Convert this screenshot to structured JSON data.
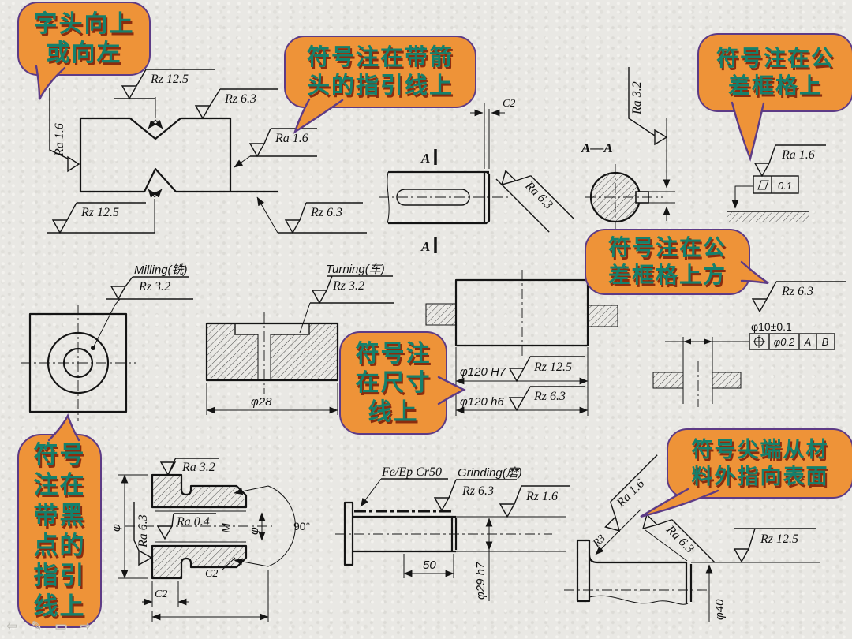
{
  "style": {
    "background": "#e9e8e4",
    "callout_fill": "#ee9338",
    "callout_border": "#5d3b86",
    "callout_text": "#15806c",
    "callout_text_shadow": "#8b2c0e",
    "line_color": "#141414"
  },
  "callouts": [
    {
      "lines": [
        "字头向上",
        "或向左"
      ]
    },
    {
      "lines": [
        "符号注在带箭",
        "头的指引线上"
      ]
    },
    {
      "lines": [
        "符号注在公",
        "差框格上"
      ]
    },
    {
      "lines": [
        "符号注在公",
        "差框格上方"
      ]
    },
    {
      "lines": [
        "符号注",
        "在尺寸",
        "线上"
      ]
    },
    {
      "lines": [
        "符号",
        "注在",
        "带黑",
        "点的",
        "指引",
        "线上"
      ]
    },
    {
      "lines": [
        "符号尖端从材",
        "料外指向表面"
      ]
    }
  ],
  "drawings": {
    "bowtie": {
      "ra16_left": "Ra 1.6",
      "rz125_top": "Rz 12.5",
      "rz63_top": "Rz 6.3",
      "ra16_right": "Ra 1.6",
      "rz125_bottom": "Rz 12.5",
      "rz63_bottom": "Rz 6.3"
    },
    "keyway_shaft": {
      "chamfer": "C2",
      "section_label_top": "A",
      "section_label_bottom": "A",
      "ra63": "Ra 6.3"
    },
    "section_view": {
      "title": "A—A",
      "ra32": "Ra 3.2"
    },
    "flatness_demo": {
      "ra16": "Ra 1.6",
      "tolerance": "0.1",
      "frame_symbol": "flatness-parallelogram-icon"
    },
    "milled_plate": {
      "process": "Milling(铣)",
      "roughness": "Rz 3.2"
    },
    "turned_part": {
      "process": "Turning(车)",
      "roughness": "Rz 3.2",
      "diameter": "φ28"
    },
    "fit_assembly": {
      "hole_dim": "φ120 H7",
      "hole_roughness": "Rz 12.5",
      "shaft_dim": "φ120 h6",
      "shaft_roughness": "Rz 6.3"
    },
    "position_demo": {
      "roughness": "Rz 6.3",
      "diameter": "φ10±0.1",
      "frame_symbol": "position-target-icon",
      "tolerance": "φ0.2",
      "datum_a": "A",
      "datum_b": "B"
    },
    "bushing": {
      "ra32": "Ra 3.2",
      "dia_outer": "φ",
      "ra63": "Ra 6.3",
      "ra04": "Ra 0.4",
      "thread": "M",
      "dia_inner": "φ",
      "angle": "90°",
      "chamfer_right": "C2",
      "chamfer_left": "C2"
    },
    "plated_shaft": {
      "coating": "Fe/Ep Cr50",
      "process": "Grinding(磨)",
      "roughness_ground": "Rz 6.3",
      "roughness_right": "Rz 1.6",
      "length": "50",
      "diameter": "φ29 h7"
    },
    "flanged_shaft": {
      "ra16": "Ra 1.6",
      "fillet": "R3",
      "ra63": "Ra 6.3",
      "rz125": "Rz 12.5",
      "diameter": "φ40"
    }
  },
  "toolbar": {
    "icons": [
      {
        "name": "previous-slide",
        "glyph": "⇦"
      },
      {
        "name": "pen-tool",
        "glyph": "✎"
      },
      {
        "name": "slide-menu",
        "glyph": "▭"
      },
      {
        "name": "next-slide",
        "glyph": "⇨"
      }
    ]
  }
}
